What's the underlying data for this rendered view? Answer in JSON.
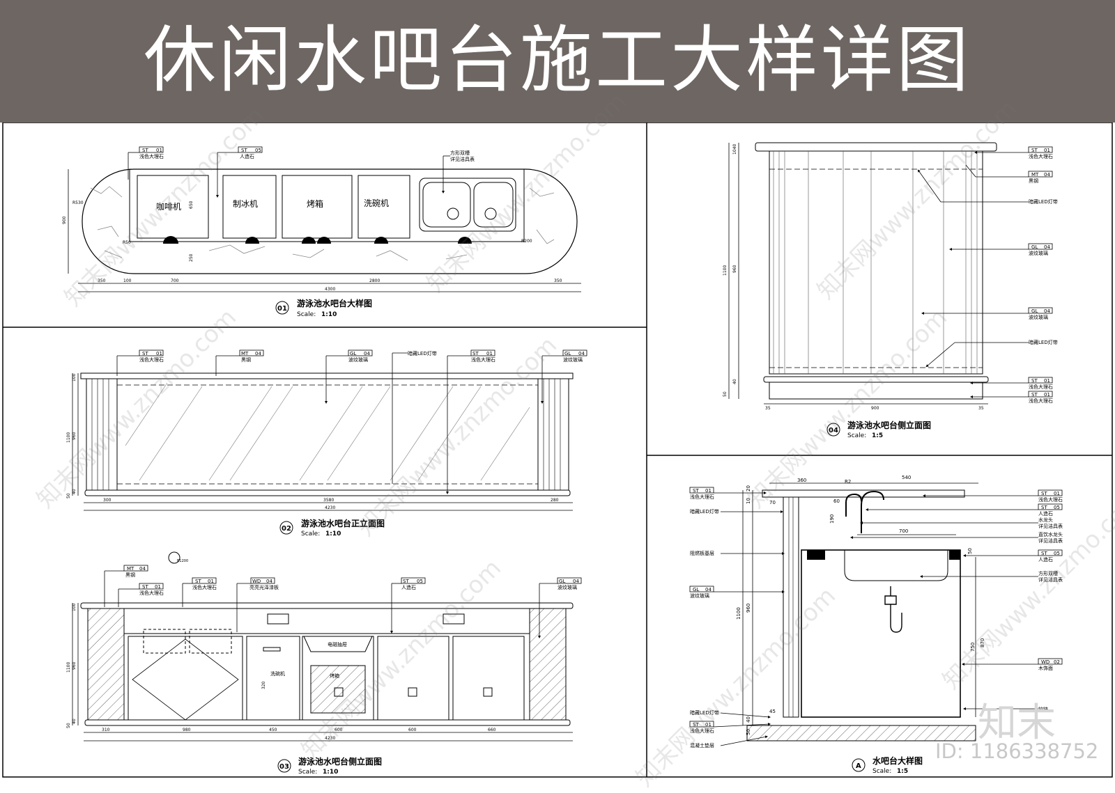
{
  "header": {
    "title": "休闲水吧台施工大样详图"
  },
  "panels": {
    "p01": {
      "no": "01",
      "title": "游泳池水吧台大样图",
      "scale_label": "Scale:",
      "scale": "1:10",
      "tags": [
        {
          "code": "ST",
          "num": "01",
          "desc": "浅色大理石"
        },
        {
          "code": "ST",
          "num": "05",
          "desc": "人造石"
        }
      ],
      "note": [
        "方形双槽",
        "详见洁具表"
      ],
      "appliances": [
        "咖啡机",
        "制冰机",
        "烤箱",
        "洗碗机"
      ],
      "dims": [
        "350",
        "100",
        "700",
        "2800",
        "350",
        "4300",
        "900",
        "650",
        "250",
        "R530",
        "R50",
        "R200"
      ]
    },
    "p02": {
      "no": "02",
      "title": "游泳池水吧台正立面图",
      "scale_label": "Scale:",
      "scale": "1:10",
      "tags": [
        {
          "code": "ST",
          "num": "01",
          "desc": "浅色大理石"
        },
        {
          "code": "MT",
          "num": "04",
          "desc": "黑钢"
        },
        {
          "code": "GL",
          "num": "04",
          "desc": "波纹玻璃"
        },
        {
          "code": "ST",
          "num": "01",
          "desc": "浅色大理石"
        },
        {
          "code": "GL",
          "num": "04",
          "desc": "波纹玻璃"
        }
      ],
      "led": "暗藏LED灯带",
      "dims": [
        "300",
        "3580",
        "280",
        "4230",
        "1100",
        "960",
        "100",
        "50",
        "40"
      ]
    },
    "p03": {
      "no": "03",
      "title": "游泳池水吧台侧立面图",
      "scale_label": "Scale:",
      "scale": "1:10",
      "tags": [
        {
          "code": "MT",
          "num": "04",
          "desc": "黑钢"
        },
        {
          "code": "ST",
          "num": "01",
          "desc": "浅色大理石"
        },
        {
          "code": "ST",
          "num": "01",
          "desc": "浅色大理石"
        },
        {
          "code": "WD",
          "num": "04",
          "desc": "亮亮光泽漆板"
        },
        {
          "code": "ST",
          "num": "05",
          "desc": "人造石"
        },
        {
          "code": "GL",
          "num": "04",
          "desc": "波纹玻璃"
        }
      ],
      "labels": [
        "电磁抽屉",
        "洗碗机",
        "烤箱",
        "B1200"
      ],
      "dims": [
        "310",
        "980",
        "450",
        "600",
        "600",
        "660",
        "4230",
        "1100",
        "960",
        "320",
        "100",
        "50",
        "40"
      ]
    },
    "p04": {
      "no": "04",
      "title": "游泳池水吧台侧立面图",
      "scale_label": "Scale:",
      "scale": "1:5",
      "tags": [
        {
          "code": "ST",
          "num": "01",
          "desc": "浅色大理石"
        },
        {
          "code": "MT",
          "num": "04",
          "desc": "黑钢"
        },
        {
          "code": "GL",
          "num": "04",
          "desc": "波纹玻璃"
        },
        {
          "code": "GL",
          "num": "04",
          "desc": "波纹玻璃"
        },
        {
          "code": "ST",
          "num": "01",
          "desc": "浅色大理石"
        },
        {
          "code": "ST",
          "num": "01",
          "desc": "浅色大理石"
        }
      ],
      "led": "暗藏LED灯带",
      "dims": [
        "1040",
        "1100",
        "960",
        "50",
        "40",
        "35",
        "900",
        "35"
      ]
    },
    "pA": {
      "no": "A",
      "title": "水吧台大样图",
      "scale_label": "Scale:",
      "scale": "1:5",
      "tags_right": [
        {
          "code": "ST",
          "num": "01",
          "desc": "浅色大理石"
        },
        {
          "code": "ST",
          "num": "05",
          "desc": "人造石"
        },
        {
          "code": "ST",
          "num": "05",
          "desc": "人造石"
        },
        {
          "code": "WD",
          "num": "02",
          "desc": "木饰面"
        }
      ],
      "tags_left": [
        {
          "code": "ST",
          "num": "01",
          "desc": "浅色大理石"
        },
        {
          "code": "GL",
          "num": "04",
          "desc": "波纹玻璃"
        },
        {
          "code": "ST",
          "num": "01",
          "desc": "浅色大理石"
        }
      ],
      "notes_right": [
        "水龙头",
        "详见洁具表",
        "直饮水龙头",
        "详见洁具表",
        "方形双槽",
        "详见洁具表",
        "铰链"
      ],
      "notes_left": [
        "暗藏LED灯带",
        "阻燃板基层",
        "暗藏LED灯带",
        "混凝土垫层"
      ],
      "dims": [
        "360",
        "540",
        "70",
        "60",
        "700",
        "190",
        "50",
        "1100",
        "960",
        "870",
        "750",
        "45",
        "50",
        "40",
        "10",
        "20",
        "R2"
      ]
    }
  },
  "watermark": {
    "text": "知末网www.znzmo.com",
    "logo": "知末",
    "image_id": "ID: 1186338752"
  }
}
